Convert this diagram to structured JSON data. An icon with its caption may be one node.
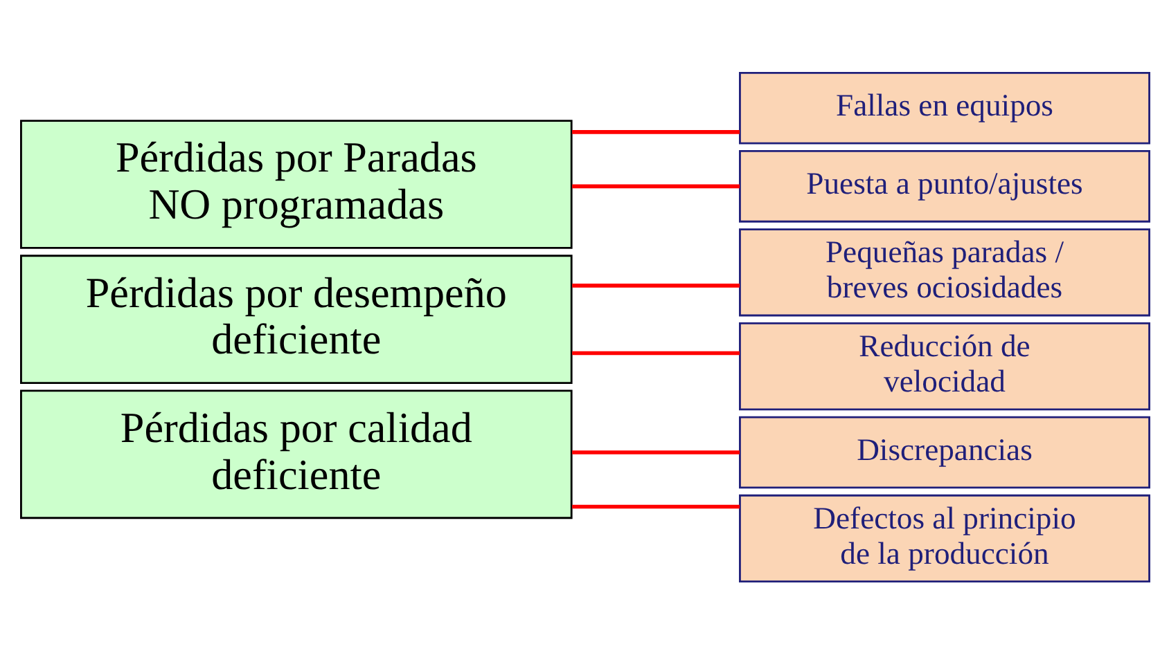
{
  "diagram": {
    "nodes": [
      {
        "text": [
          "Pérdidas por Paradas NO programadas"
        ]
      },
      {
        "text": [
          "Fallas en equipos"
        ]
      },
      {
        "text": [
          "Puesta a punto/ajustes"
        ]
      },
      {
        "text": [
          "Pérdidas por desempeño deficiente"
        ]
      },
      {
        "text": [
          "Pequeñas paradas / breves ociosidades"
        ]
      },
      {
        "text": [
          "Reducción de velocidad"
        ]
      },
      {
        "text": [
          "Pérdidas por calidad deficiente"
        ]
      },
      {
        "text": [
          "Discrepancias"
        ]
      },
      {
        "text": [
          "Defectos al principio de la producción"
        ]
      }
    ],
    "edges": [
      {
        "from": 0,
        "to": 1,
        "arrow": "none"
      },
      {
        "from": 0,
        "to": 2,
        "arrow": "none"
      },
      {
        "from": 3,
        "to": 4,
        "arrow": "none"
      },
      {
        "from": 3,
        "to": 5,
        "arrow": "none"
      },
      {
        "from": 6,
        "to": 7,
        "arrow": "none"
      },
      {
        "from": 6,
        "to": 8,
        "arrow": "none"
      }
    ]
  }
}
